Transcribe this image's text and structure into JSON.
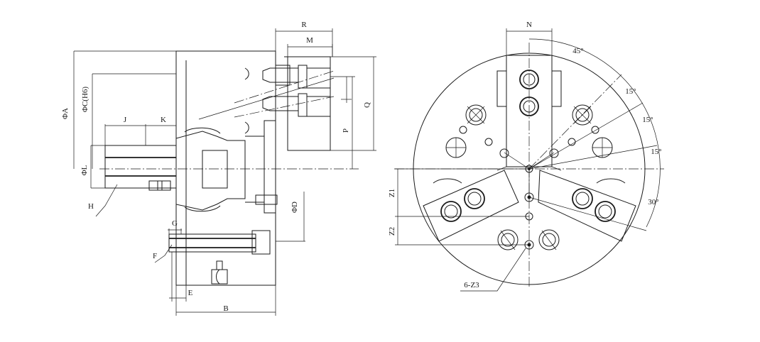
{
  "labels": {
    "phiA": "ΦA",
    "phiC": "ΦC(H6)",
    "phiL": "ΦL",
    "phiD": "ΦD",
    "J": "J",
    "K": "K",
    "H": "H",
    "G": "G",
    "F": "F",
    "E": "E",
    "B": "B",
    "R": "R",
    "M": "M",
    "P": "P",
    "Q": "Q",
    "N": "N",
    "Z1": "Z1",
    "Z2": "Z2",
    "Z3": "6-Z3"
  },
  "angles": {
    "a45": "45°",
    "a15a": "15°",
    "a15b": "15°",
    "a15c": "15°",
    "a30": "30°"
  }
}
